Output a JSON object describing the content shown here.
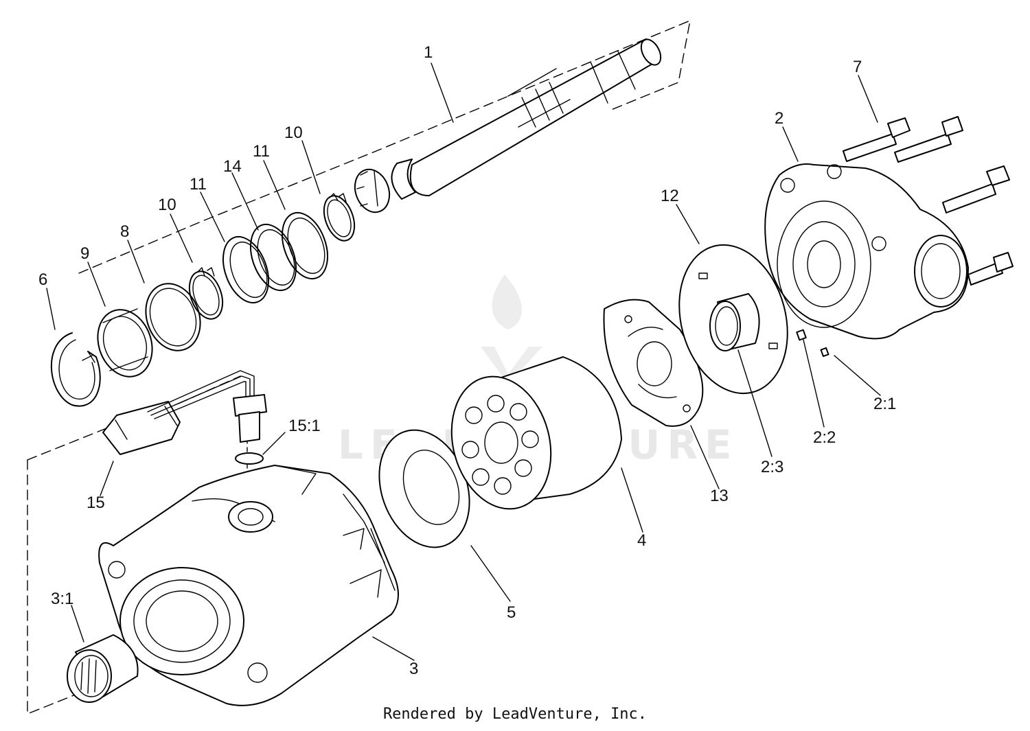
{
  "watermark": {
    "text": "LEADVENTURE"
  },
  "footer": {
    "text": "Rendered by LeadVenture, Inc."
  },
  "callouts": [
    {
      "id": "c1",
      "label": "1"
    },
    {
      "id": "c2",
      "label": "2"
    },
    {
      "id": "c3",
      "label": "3"
    },
    {
      "id": "c4",
      "label": "4"
    },
    {
      "id": "c5",
      "label": "5"
    },
    {
      "id": "c6",
      "label": "6"
    },
    {
      "id": "c7",
      "label": "7"
    },
    {
      "id": "c8",
      "label": "8"
    },
    {
      "id": "c9",
      "label": "9"
    },
    {
      "id": "c10a",
      "label": "10"
    },
    {
      "id": "c10b",
      "label": "10"
    },
    {
      "id": "c11a",
      "label": "11"
    },
    {
      "id": "c11b",
      "label": "11"
    },
    {
      "id": "c12",
      "label": "12"
    },
    {
      "id": "c13",
      "label": "13"
    },
    {
      "id": "c14",
      "label": "14"
    },
    {
      "id": "c15",
      "label": "15"
    },
    {
      "id": "c15_1",
      "label": "15:1"
    },
    {
      "id": "c2_1",
      "label": "2:1"
    },
    {
      "id": "c2_2",
      "label": "2:2"
    },
    {
      "id": "c2_3",
      "label": "2:3"
    },
    {
      "id": "c3_1",
      "label": "3:1"
    }
  ]
}
